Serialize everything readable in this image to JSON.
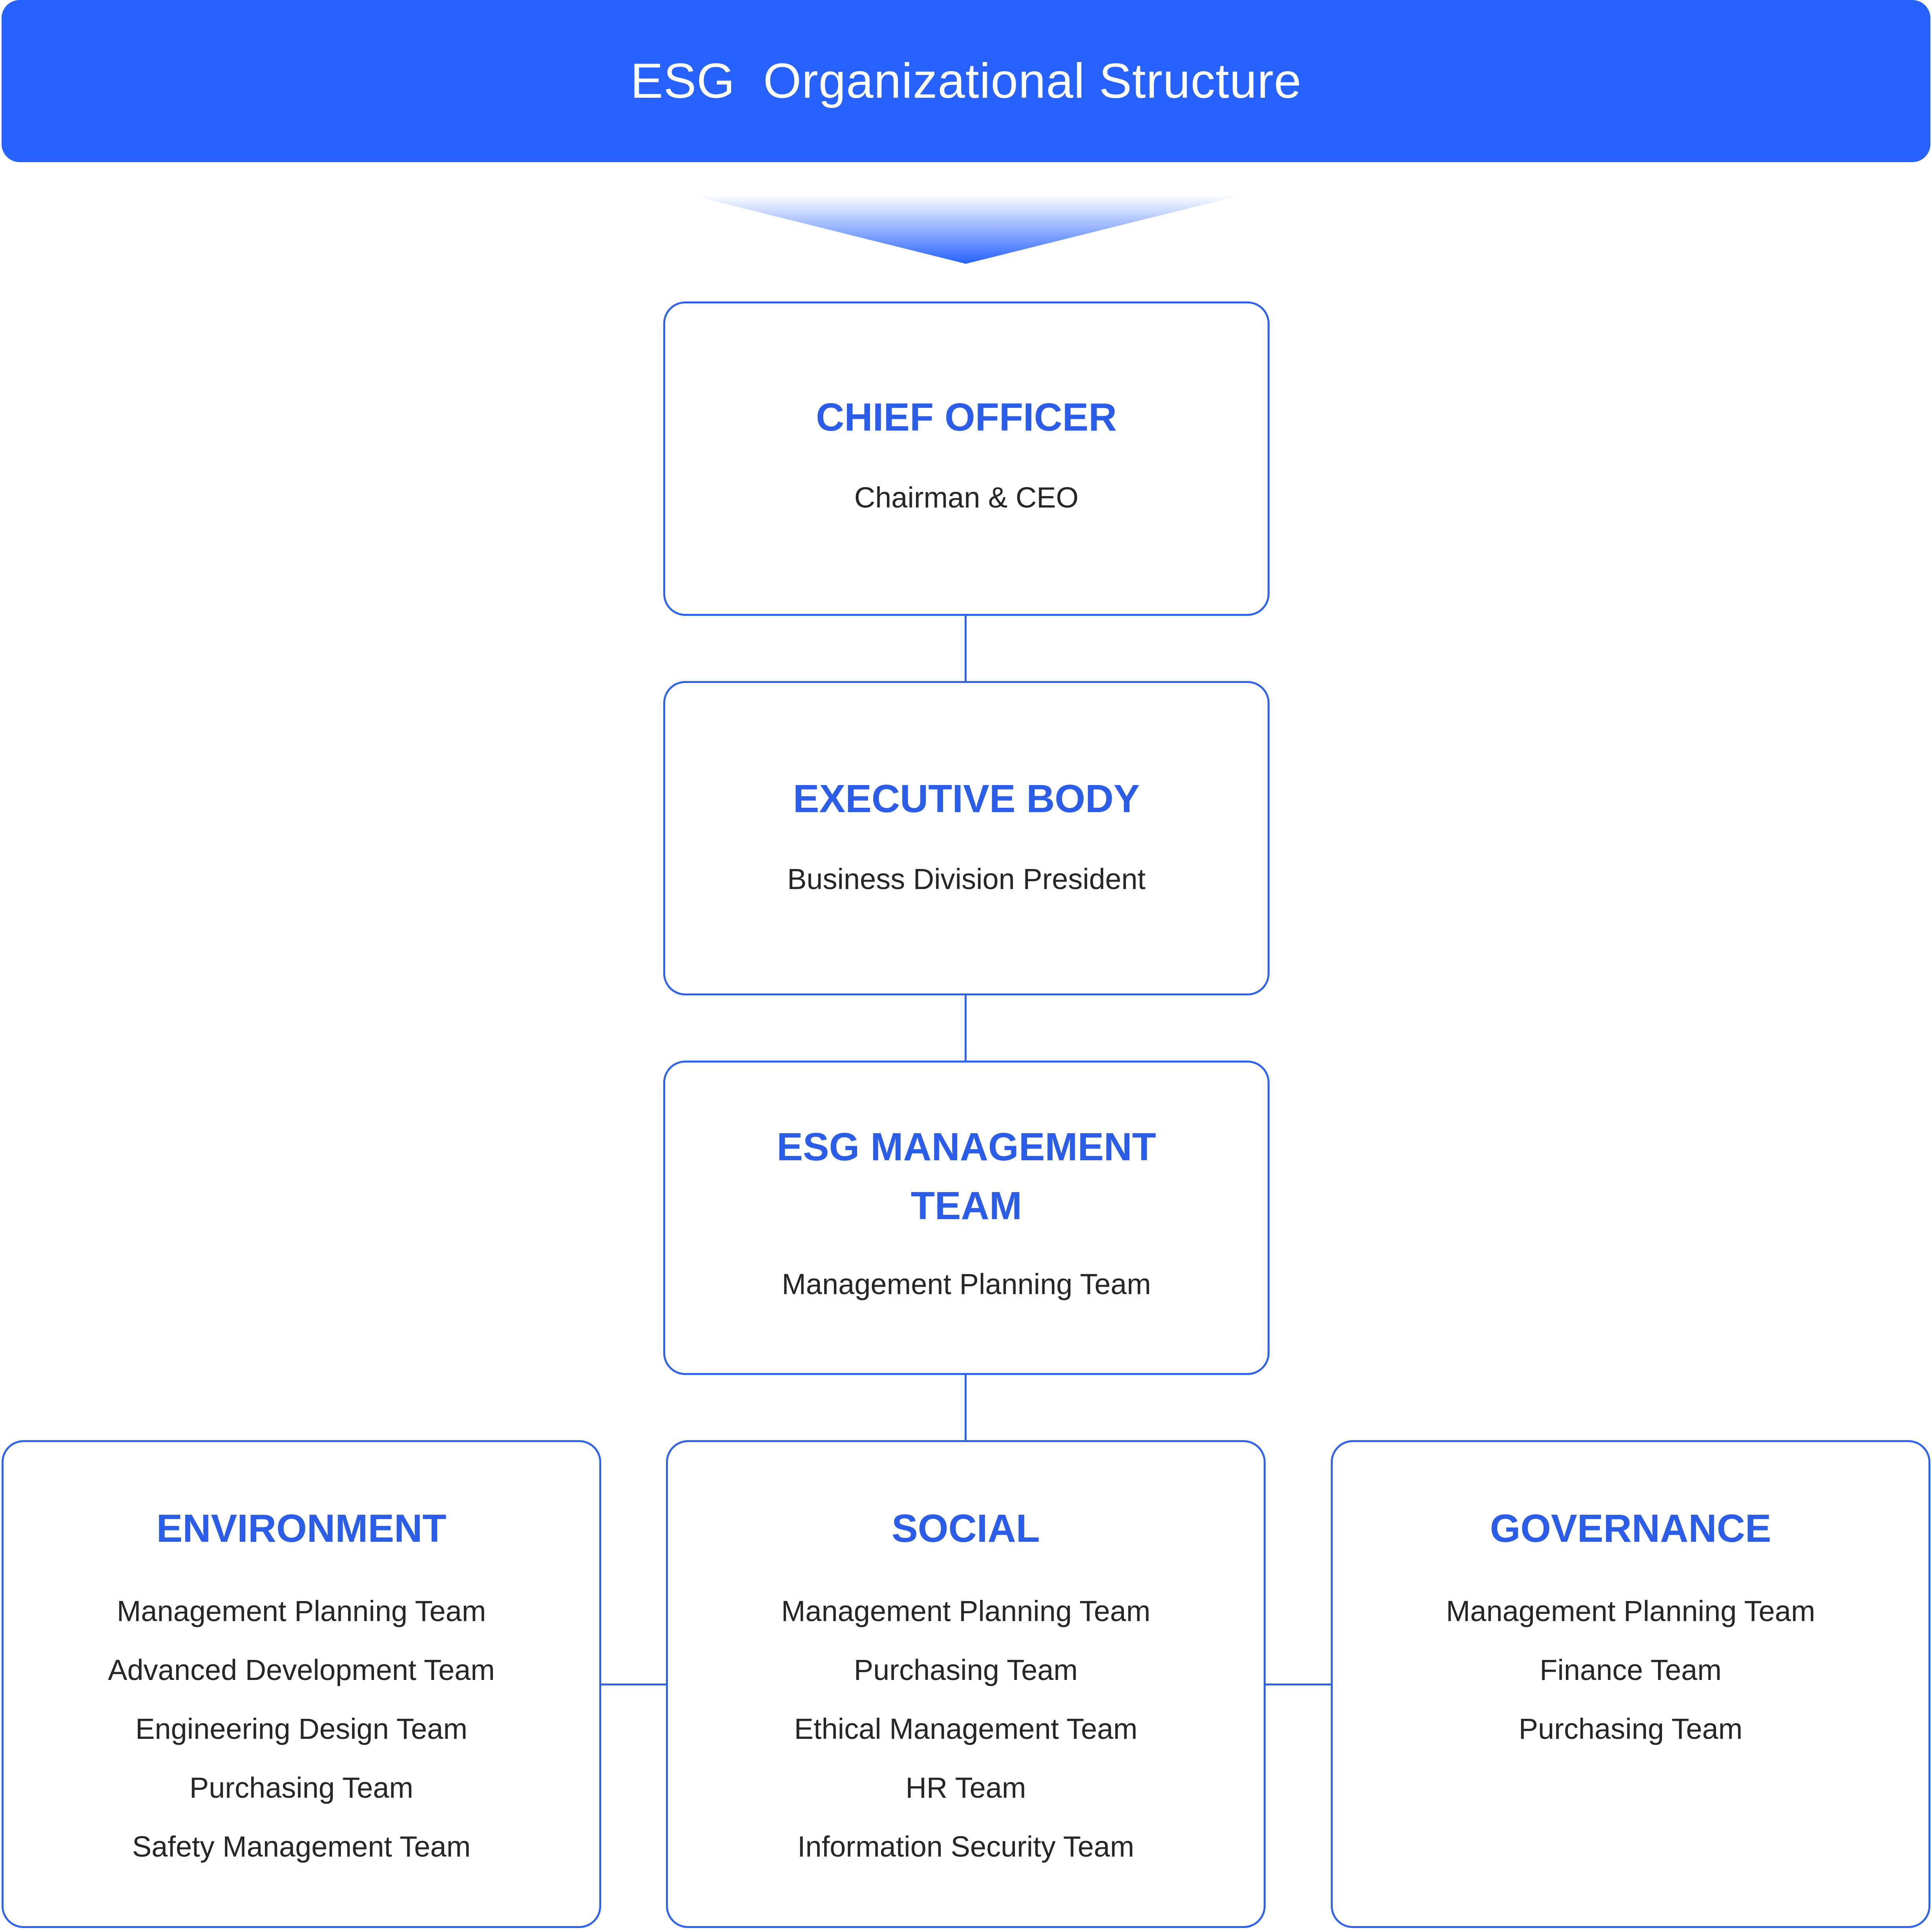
{
  "banner": {
    "title": "ESG  Organizational Structure",
    "color": "#2762FF"
  },
  "accent_color": "#2C5DE6",
  "chief": {
    "heading": "CHIEF OFFICER",
    "subtitle": "Chairman & CEO"
  },
  "executive": {
    "heading": "EXECUTIVE BODY",
    "subtitle": "Business Division President"
  },
  "esg_team": {
    "heading_line1": "ESG MANAGEMENT",
    "heading_line2": "TEAM",
    "subtitle": "Management Planning Team"
  },
  "pillars": [
    {
      "heading": "ENVIRONMENT",
      "teams": [
        "Management Planning Team",
        "Advanced Development Team",
        "Engineering Design Team",
        "Purchasing Team",
        "Safety Management Team"
      ]
    },
    {
      "heading": "SOCIAL",
      "teams": [
        "Management Planning Team",
        "Purchasing Team",
        "Ethical Management Team",
        "HR Team",
        "Information Security Team"
      ]
    },
    {
      "heading": "GOVERNANCE",
      "teams": [
        "Management Planning Team",
        "Finance Team",
        "Purchasing Team"
      ]
    }
  ]
}
